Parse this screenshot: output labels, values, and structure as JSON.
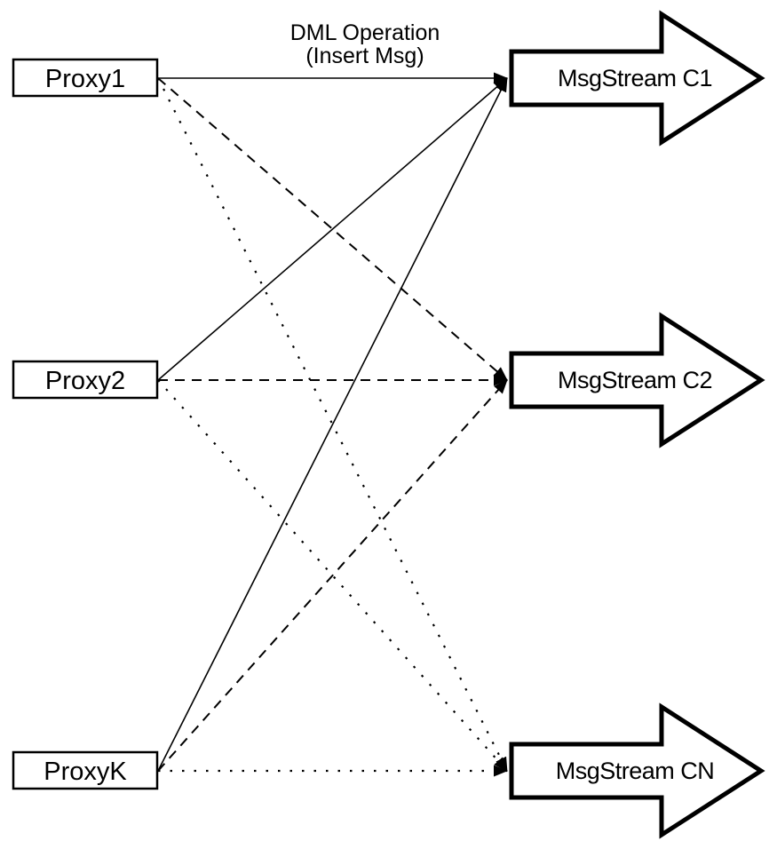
{
  "diagram": {
    "type": "flow-diagram",
    "annotation": {
      "line1": "DML Operation",
      "line2": "(Insert Msg)"
    },
    "proxies": [
      {
        "id": "proxy1",
        "label": "Proxy1"
      },
      {
        "id": "proxy2",
        "label": "Proxy2"
      },
      {
        "id": "proxyK",
        "label": "ProxyK"
      }
    ],
    "streams": [
      {
        "id": "c1",
        "label": "MsgStream C1"
      },
      {
        "id": "c2",
        "label": "MsgStream C2"
      },
      {
        "id": "cN",
        "label": "MsgStream CN"
      }
    ],
    "edges": [
      {
        "from": "proxy1",
        "to": "c1",
        "style": "solid"
      },
      {
        "from": "proxy2",
        "to": "c1",
        "style": "solid"
      },
      {
        "from": "proxyK",
        "to": "c1",
        "style": "solid"
      },
      {
        "from": "proxy1",
        "to": "c2",
        "style": "dashed"
      },
      {
        "from": "proxy2",
        "to": "c2",
        "style": "dashed"
      },
      {
        "from": "proxyK",
        "to": "c2",
        "style": "dashed"
      },
      {
        "from": "proxy1",
        "to": "cN",
        "style": "dotted"
      },
      {
        "from": "proxy2",
        "to": "cN",
        "style": "dotted"
      },
      {
        "from": "proxyK",
        "to": "cN",
        "style": "dotted"
      }
    ],
    "colors": {
      "line": "#000000",
      "shape_fill": "#ffffff",
      "background": "#ffffff"
    }
  }
}
